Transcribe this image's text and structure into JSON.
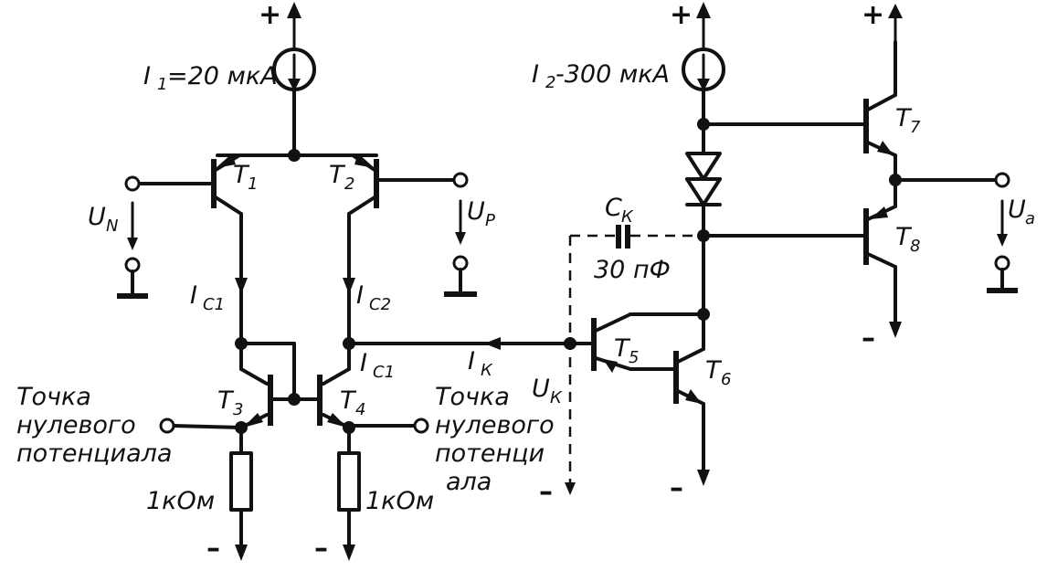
{
  "labels": {
    "i1": "I",
    "i1_sub": "1",
    "i1_val": "=20 мкА",
    "i2": "I",
    "i2_sub": "2",
    "i2_val": "-300 мкА",
    "t1": "T",
    "t1_sub": "1",
    "t2": "T",
    "t2_sub": "2",
    "t3": "T",
    "t3_sub": "3",
    "t4": "T",
    "t4_sub": "4",
    "t5": "T",
    "t5_sub": "5",
    "t6": "T",
    "t6_sub": "6",
    "t7": "T",
    "t7_sub": "7",
    "t8": "T",
    "t8_sub": "8",
    "un": "U",
    "un_sub": "N",
    "up": "U",
    "up_sub": "P",
    "ua": "U",
    "ua_sub": "a",
    "uk": "U",
    "uk_sub": "К",
    "ik": "I",
    "ik_sub": "К",
    "ic1_left": "I",
    "ic1_left_sub": "C1",
    "ic2": "I",
    "ic2_sub": "C2",
    "ic1_right": "I",
    "ic1_right_sub": "C1",
    "ck": "C",
    "ck_sub": "К",
    "ck_val": "30 пФ",
    "zero_left_1": "Точка",
    "zero_left_2": "нулевого",
    "zero_left_3": "потенциала",
    "zero_right_1": "Точка",
    "zero_right_2": "нулевого",
    "zero_right_3": "потенци",
    "zero_right_4": "ала",
    "r_left": "1кОм",
    "r_right": "1кОм",
    "plus": "+",
    "minus": "–"
  }
}
